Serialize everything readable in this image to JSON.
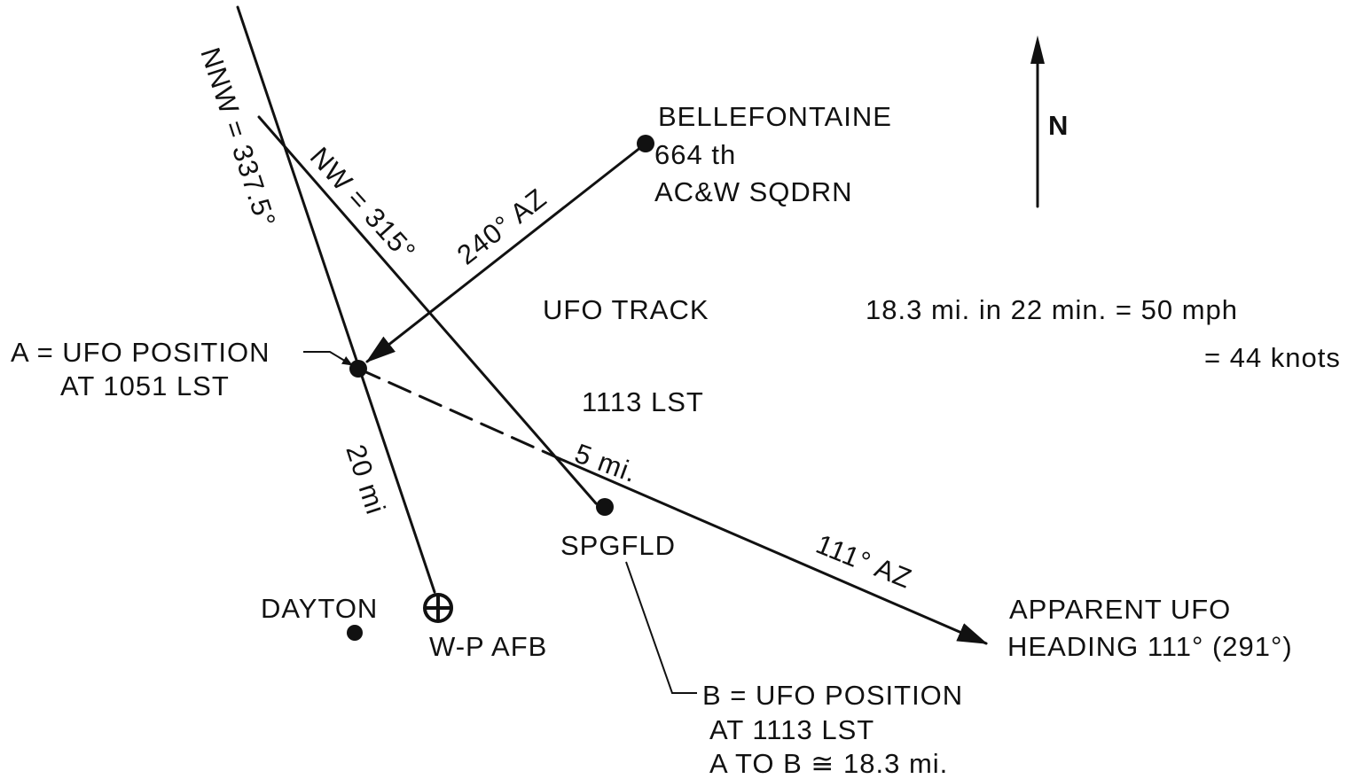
{
  "places": {
    "bellefontaine": {
      "name": "BELLEFONTAINE",
      "unit_line1": "664 th",
      "unit_line2": "AC&W  SQDRN"
    },
    "springfield": "SPGFLD",
    "dayton": "DAYTON",
    "wp_afb": "W-P AFB"
  },
  "north_label": "N",
  "bearings": {
    "nnw": "NNW = 337.5°",
    "nw": "NW = 315°",
    "az240": "240°  AZ",
    "az111": "111° AZ"
  },
  "distances": {
    "d20": "20 mi",
    "d5": "5 mi."
  },
  "track": {
    "title": "UFO TRACK",
    "time": "1113 LST",
    "speed_line1": "18.3  mi.   in    22  min. = 50 mph",
    "speed_line2": "= 44  knots"
  },
  "position_a": {
    "line1": "A = UFO   POSITION",
    "line2": "AT  1051  LST"
  },
  "position_b": {
    "line1": "B = UFO  POSITION",
    "line2": "AT  1113  LST",
    "line3": "A  TO  B  ≅  18.3  mi."
  },
  "heading": {
    "line1": "APPARENT  UFO",
    "line2": "HEADING  111°  (291°)"
  }
}
